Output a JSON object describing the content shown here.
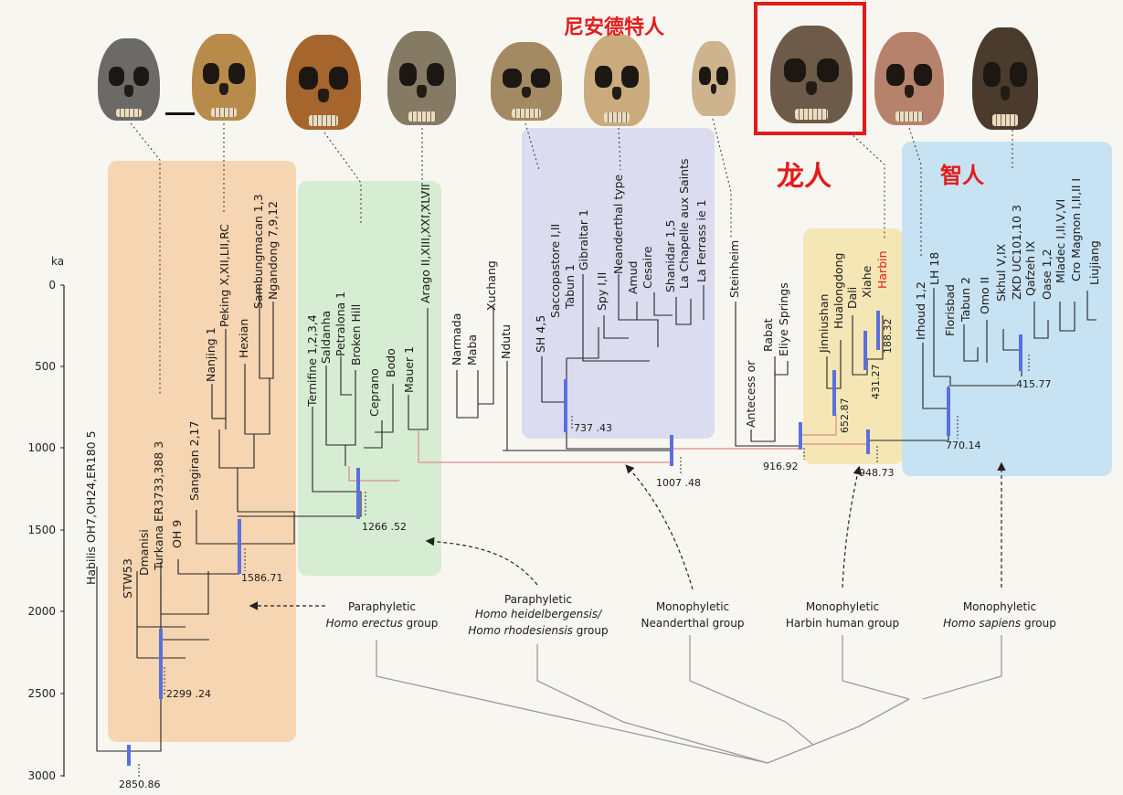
{
  "header": {
    "neanderthal_cn": "尼安德特人",
    "dragon_man_cn": "龙人",
    "sapiens_cn": "智人"
  },
  "axis": {
    "unit": "ka",
    "ticks": [
      "0",
      "500",
      "1000",
      "1500",
      "2000",
      "2500",
      "3000"
    ]
  },
  "taxa": {
    "erectus": [
      "Habilis OH7,OH24,ER180 5",
      "STW53",
      "Dmanisi",
      "Turkana ER3733,388 3",
      "OH 9",
      "Sangiran 2,17",
      "Nanjing 1",
      "Peking X,XII,LII,RC",
      "Hexian",
      "Sambungmacan 1,3",
      "Ngandong 7,9,12"
    ],
    "heidelbergensis": [
      "Ternifine 1,2,3,4",
      "Saldanha",
      "Petralona 1",
      "Broken Hill",
      "Ceprano",
      "Bodo",
      "Mauer 1",
      "Arago II,XIII,XXI,XLVII"
    ],
    "middle": [
      "Narmada",
      "Maba",
      "Xuchang",
      "Ndutu"
    ],
    "neanderthal": [
      "SH 4,5",
      "Saccopastore I,II",
      "Tabun 1",
      "Gibraltar 1",
      "Spy I,II",
      "Neanderthal type",
      "Amud",
      "Cesaire",
      "Shanidar 1,5",
      "La Chapelle aux Saints",
      "La Ferrass ie 1"
    ],
    "steinheim": [
      "Steinheim",
      "Antecess or",
      "Rabat",
      "Eliye Springs"
    ],
    "harbin": [
      "Jinniushan",
      "Hualongdong",
      "Dali",
      "Xiahe",
      "Harbin"
    ],
    "sapiens": [
      "Irhoud 1,2",
      "LH 18",
      "Florisbad",
      "Tabun 2",
      "Omo II",
      "Skhul V,IX",
      "ZKD UC101,10 3",
      "Qafzeh IX",
      "Oase 1,2",
      "Mladec I,II,V,VI",
      "Cro Magnon I,II,II I",
      "Liujiang"
    ]
  },
  "node_ages": {
    "n2850": "2850.86",
    "n2299": "2299 .24",
    "n1586": "1586.71",
    "n1266": "1266 .52",
    "n1007": "1007 .48",
    "n737": "737 .43",
    "n916": "916.92",
    "n948": "948.73",
    "n652": "652.87",
    "n431": "431.27",
    "n188": "188.32",
    "n770": "770.14",
    "n415": "415.77"
  },
  "groups": {
    "erectus": {
      "line1": "Paraphyletic",
      "line2": "Homo erectus",
      "line2_suffix": " group"
    },
    "heidelbergensis": {
      "line1": "Paraphyletic",
      "line2": "Homo heidelbergensis/",
      "line3": "Homo rhodesiensis",
      "line3_suffix": " group"
    },
    "neanderthal": {
      "line1": "Monophyletic",
      "line2": "Neanderthal group"
    },
    "harbin": {
      "line1": "Monophyletic",
      "line2": "Harbin human group"
    },
    "sapiens": {
      "line1": "Monophyletic",
      "line2": "Homo sapiens",
      "line2_suffix": " group"
    }
  },
  "colors": {
    "erectus_bg": "#f6d5b2",
    "heidelbergensis_bg": "#d7edd3",
    "neanderthal_bg": "#d9d9ee",
    "harbin_bg": "#f5e6b5",
    "sapiens_bg": "#c7e2f2",
    "highlight": "#e31b1b",
    "node_bar": "#5a6fe0",
    "link": "#e08a8a"
  }
}
